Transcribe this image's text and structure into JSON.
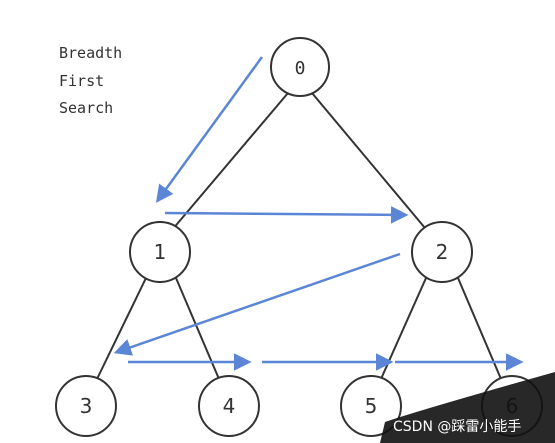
{
  "caption": {
    "line1": "Breadth",
    "line2": "First",
    "line3": "Search"
  },
  "nodes": [
    {
      "id": "0",
      "label": "0"
    },
    {
      "id": "1",
      "label": "1"
    },
    {
      "id": "2",
      "label": "2"
    },
    {
      "id": "3",
      "label": "3"
    },
    {
      "id": "4",
      "label": "4"
    },
    {
      "id": "5",
      "label": "5"
    },
    {
      "id": "6",
      "label": "6"
    }
  ],
  "edges": [
    {
      "from": "0",
      "to": "1"
    },
    {
      "from": "0",
      "to": "2"
    },
    {
      "from": "1",
      "to": "3"
    },
    {
      "from": "1",
      "to": "4"
    },
    {
      "from": "2",
      "to": "5"
    },
    {
      "from": "2",
      "to": "6"
    }
  ],
  "traversal_order": [
    "0",
    "1",
    "2",
    "3",
    "4",
    "5",
    "6"
  ],
  "colors": {
    "arrow": "#5b86d6",
    "node_stroke": "#333333",
    "watermark_bg": "#111111"
  },
  "watermark": "CSDN @踩雷小能手"
}
